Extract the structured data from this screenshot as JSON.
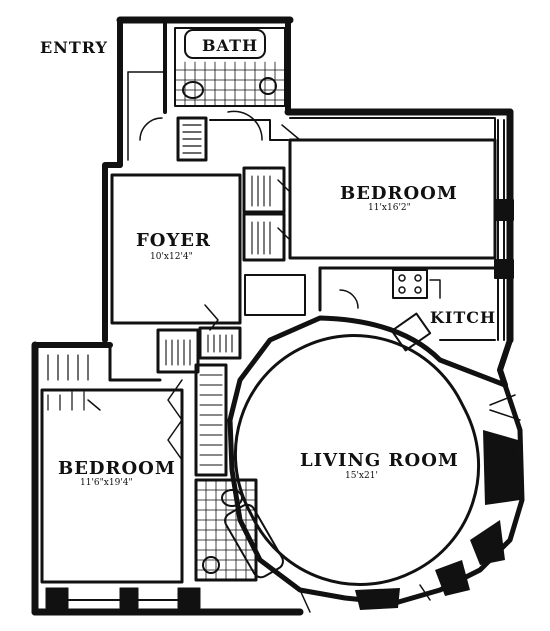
{
  "labels": {
    "entry": "ENTRY",
    "bath": "BATH",
    "bedroom_top": "BEDROOM",
    "bedroom_top_dim": "11'x16'2\"",
    "foyer": "FOYER",
    "foyer_dim": "10'x12'4\"",
    "kitchen": "KITCH",
    "bedroom_left": "BEDROOM",
    "bedroom_left_dim": "11'6\"x19'4\"",
    "living": "LIVING ROOM",
    "living_dim": "15'x21'"
  },
  "colors": {
    "ink": "#111111",
    "paper": "#ffffff",
    "window": "#ffffff"
  }
}
